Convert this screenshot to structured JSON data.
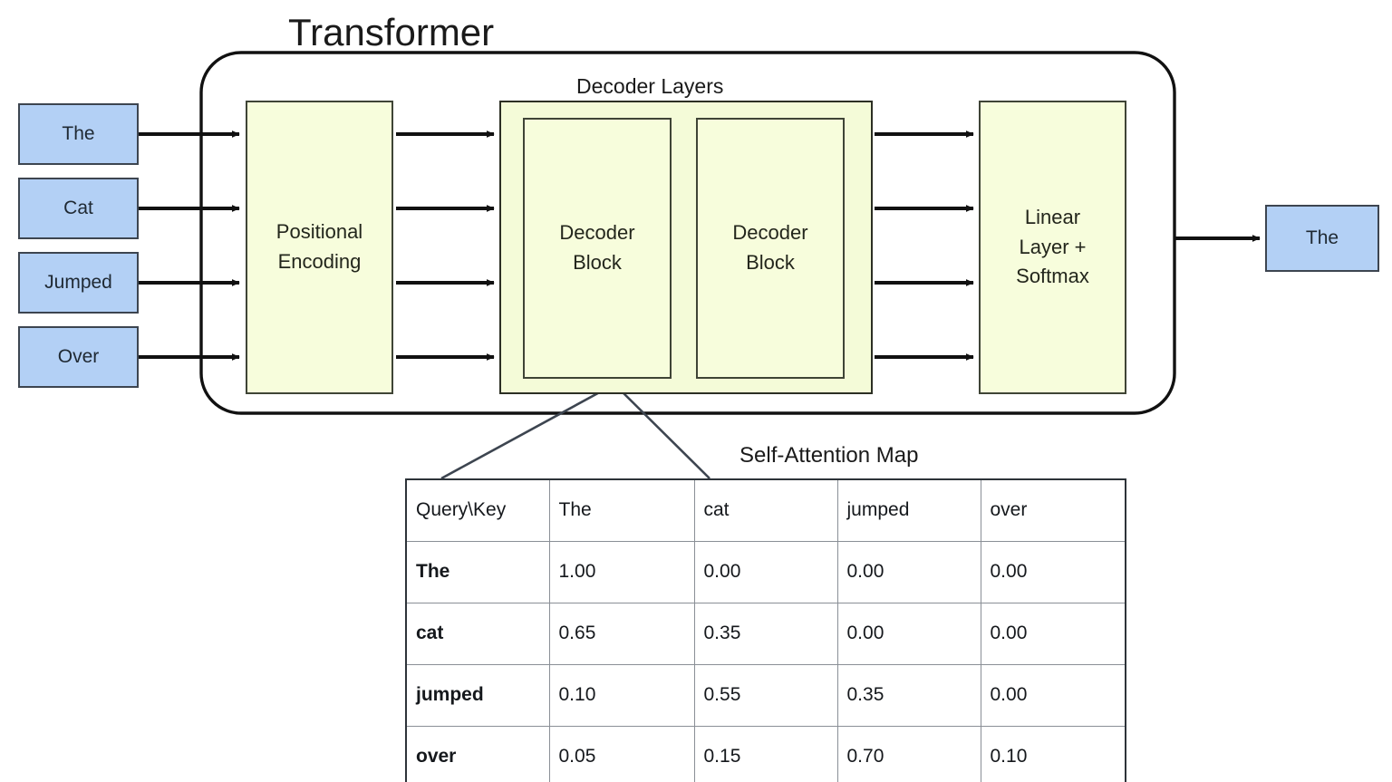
{
  "diagram": {
    "title": "Transformer",
    "decoder_layers_label": "Decoder Layers",
    "self_attention_title": "Self-Attention Map"
  },
  "input_tokens": [
    {
      "label": "The"
    },
    {
      "label": "Cat"
    },
    {
      "label": "Jumped"
    },
    {
      "label": "Over"
    }
  ],
  "stages": {
    "positional_encoding": "Positional\nEncoding",
    "positional_encoding_line1": "Positional",
    "positional_encoding_line2": "Encoding",
    "decoder_block_line1": "Decoder",
    "decoder_block_line2": "Block",
    "linear_line1": "Linear",
    "linear_line2": "Layer +",
    "linear_line3": "Softmax"
  },
  "decoder_blocks": [
    {
      "line1": "Decoder",
      "line2": "Block"
    },
    {
      "line1": "Decoder",
      "line2": "Block"
    }
  ],
  "output_token": {
    "label": "The"
  },
  "chart_data": {
    "type": "table",
    "title": "Self-Attention Map",
    "corner_header": "Query\\Key",
    "columns": [
      "The",
      "cat",
      "jumped",
      "over"
    ],
    "rows": [
      "The",
      "cat",
      "jumped",
      "over"
    ],
    "values": [
      [
        "1.00",
        "0.00",
        "0.00",
        "0.00"
      ],
      [
        "0.65",
        "0.35",
        "0.00",
        "0.00"
      ],
      [
        "0.10",
        "0.55",
        "0.35",
        "0.00"
      ],
      [
        "0.05",
        "0.15",
        "0.70",
        "0.10"
      ]
    ]
  },
  "colors": {
    "token_fill": "#b3d0f5",
    "token_stroke": "#3d4550",
    "process_fill": "#f7fddc",
    "process_stroke": "#3f4436",
    "line": "#111111",
    "table_border": "#2d3339"
  }
}
